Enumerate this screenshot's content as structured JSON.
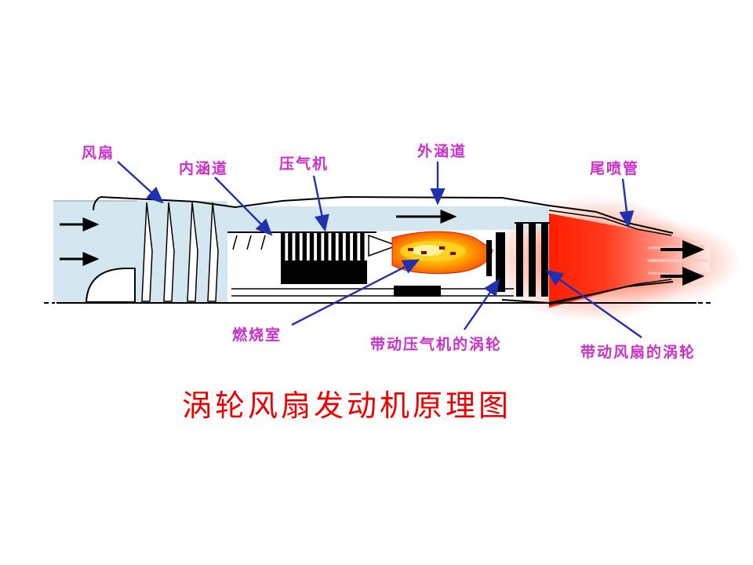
{
  "slide": {
    "title": "涡轮风扇发动机原理图"
  },
  "labels": {
    "fan": "风扇",
    "inner_duct": "内涵道",
    "compressor": "压气机",
    "outer_duct": "外涵道",
    "nozzle": "尾喷管",
    "combustor": "燃烧室",
    "compressor_turbine": "带动压气机的涡轮",
    "fan_turbine": "带动风扇的涡轮"
  },
  "colors": {
    "label_text": "#cc2fcc",
    "title_text": "#ee0000",
    "pointer_arrow": "#2030b0",
    "duct_fill": "#d4e7f0",
    "flame_core": "#ffd21f",
    "exhaust_red": "#ff2a00",
    "outline": "#000000"
  }
}
